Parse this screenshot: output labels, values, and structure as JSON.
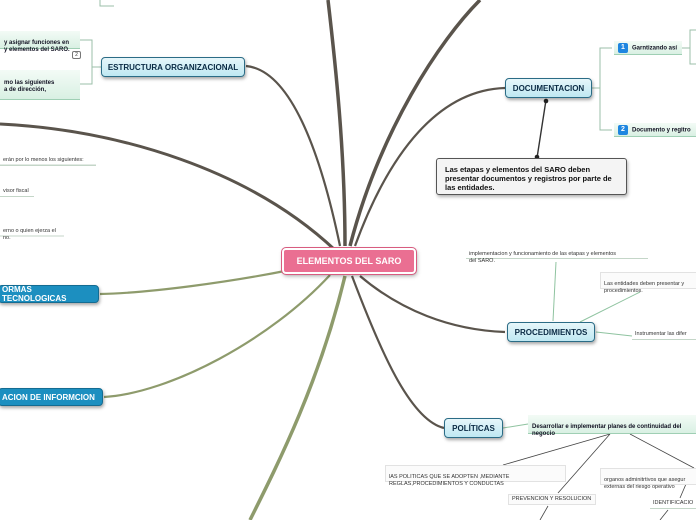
{
  "center": {
    "label": "ELEMENTOS DEL SARO"
  },
  "topics": {
    "estructura": "ESTRUCTURA ORGANIZACIONAL",
    "documentacion": "DOCUMENTACION",
    "procedimientos": "PROCEDIMIENTOS",
    "politicas": "POLÍTICAS",
    "plataformas": "ORMAS TECNOLOGICAS",
    "divulgacion": "ACION DE INFORMCION"
  },
  "estructura_items": {
    "asignar": "y asignar funciones en\ny elementos del SARO.",
    "asignar_badge": "2",
    "siguientes": "mo las siguientes\na de dirección,"
  },
  "left_items": {
    "minimo": "erán por lo menos los siguientes:",
    "revisor": "visor fiscal",
    "interno": "erno o quien ejerza el\nno."
  },
  "documentacion_items": {
    "g1_num": "1",
    "g1_label": "Garntizando así",
    "g2_num": "2",
    "g2_label": "Documento y regitro",
    "note": "Las etapas y elementos del SARO deben presentar documentos y registros por parte de las entidades."
  },
  "procedimientos_items": {
    "implementacion": "implementacion y  funcionamiento de las etapas  y  elementos\ndel SARO.",
    "entidades": "Las entidades deben  presentar y\nprocedimientos.",
    "instrumentar": "Instrumentar las difer"
  },
  "politicas_items": {
    "continuidad": "Desarrollar e implementar planes de continuidad del\nnegocio",
    "politicas_adopten": "lAS POLITICAS QUE SE ADOPTEN ,MEDIANTE\nREGLAS,PROCEDIMIENTOS Y CONDUCTAS",
    "organos": "organos adminitrtivos que asegur\nexternas del riesgo operativo",
    "prevencion": "PREVENCION Y RESOLUCION",
    "identificacion": "IDENTIFICACIO"
  },
  "colors": {
    "center_fill": "#ea6f92",
    "topic_teal": "#bfe8f2",
    "topic_blue": "#1c8fc0",
    "branch_dark": "#5a544c",
    "branch_olive": "#8e9b6c",
    "connector_grey": "#8a8a8a"
  }
}
